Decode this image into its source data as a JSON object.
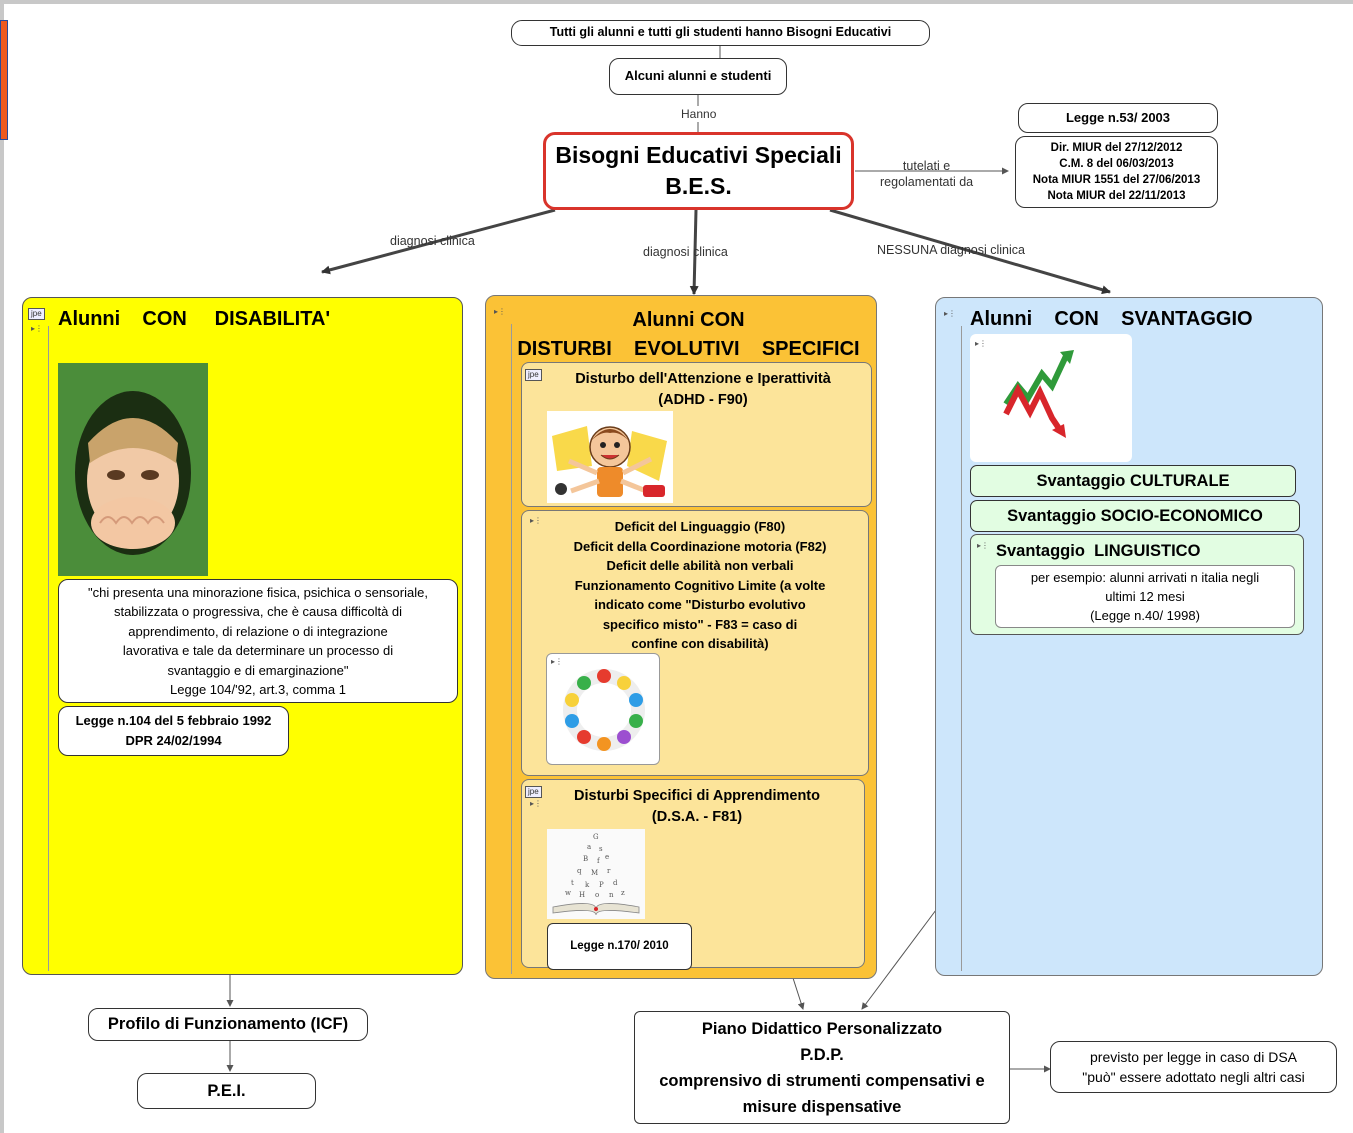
{
  "colors": {
    "yellow": "#ffff00",
    "orange": "#fbc236",
    "lightorange": "#fce49a",
    "blue": "#cde6fb",
    "green": "#e2fde2",
    "red": "#d9342b"
  },
  "top": {
    "root": "Tutti gli alunni  e tutti gli studenti hanno Bisogni Educativi",
    "some": "Alcuni alunni e studenti",
    "hanno": "Hanno",
    "bes_line1": "Bisogni Educativi Speciali",
    "bes_line2": "B.E.S.",
    "tutelati": [
      "tutelati e",
      "regolamentati da"
    ],
    "legge53": "Legge  n.53/ 2003",
    "norme": [
      "Dir. MIUR del 27/12/2012",
      "C.M. 8 del 06/03/2013",
      "Nota MIUR 1551 del 27/06/2013",
      "Nota MIUR del 22/11/2013"
    ],
    "diag_left": "diagnosi clinica",
    "diag_mid": "diagnosi clinica",
    "diag_right": "NESSUNA  diagnosi   clinica"
  },
  "disabilita": {
    "title": "Alunni    CON     DISABILITA'",
    "badge": "jpe",
    "quote": [
      "\"chi presenta una minorazione fisica, psichica  o sensoriale,",
      "stabilizzata  o progressiva, che è causa difficoltà di",
      "apprendimento, di relazione o di  integrazione",
      "lavorativa e tale da determinare un processo di",
      "svantaggio e di emarginazione\"",
      "Legge 104/'92, art.3, comma 1"
    ],
    "legge": [
      "Legge  n.104  del 5 febbraio 1992",
      "DPR 24/02/1994"
    ]
  },
  "dse": {
    "title1": "Alunni CON",
    "title2": "DISTURBI    EVOLUTIVI    SPECIFICI",
    "adhd": [
      "Disturbo dell'Attenzione e Iperattività",
      "(ADHD - F90)"
    ],
    "deficit": [
      "Deficit del Linguaggio (F80)",
      "Deficit della Coordinazione motoria (F82)",
      "Deficit delle abilità non verbali",
      "Funzionamento Cognitivo Limite (a volte",
      "indicato come \"Disturbo evolutivo",
      "specifico misto\" - F83 = caso di",
      "confine con disabilità)"
    ],
    "dsa": [
      "Disturbi Specifici di Apprendimento",
      "(D.S.A. - F81)"
    ],
    "legge170": "Legge  n.170/ 2010",
    "badge": "jpe"
  },
  "svantaggio": {
    "title": "Alunni    CON    SVANTAGGIO",
    "culturale": "Svantaggio  CULTURALE",
    "socio": "Svantaggio SOCIO-ECONOMICO",
    "linguistico": "Svantaggio  LINGUISTICO",
    "esempio": [
      "per esempio: alunni arrivati  n italia negli",
      "ultimi 12 mesi",
      "(Legge n.40/ 1998)"
    ]
  },
  "bottom": {
    "icf": "Profilo di Funzionamento (ICF)",
    "pei": "P.E.I.",
    "pdp": [
      "Piano Didattico Personalizzato",
      "P.D.P.",
      "comprensivo di strumenti compensativi e",
      "misure dispensative"
    ],
    "previsto": [
      "previsto per legge in caso di DSA",
      "\"può\" essere adottato negli altri casi"
    ]
  },
  "icons": [
    "child-photo",
    "boy-cartoon",
    "puzzle-circle",
    "letters-book",
    "trend-arrows",
    "orange-tab"
  ]
}
